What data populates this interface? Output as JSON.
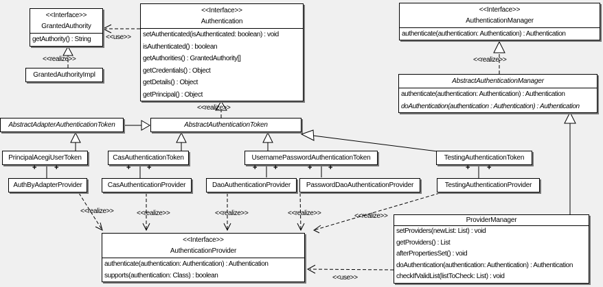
{
  "colors": {
    "background": "#f0f0f0",
    "box_fill": "#ffffff",
    "line": "#000000",
    "shadow": "#777777"
  },
  "labels": {
    "use": "<<use>>",
    "realize": "<<realize>>",
    "plus": "+",
    "interface_stereotype": "<<Interface>>"
  },
  "boxes": {
    "granted_authority": {
      "stereotype": "<<Interface>>",
      "name": "GrantedAuthority",
      "methods": [
        "getAuthority() : String"
      ]
    },
    "granted_authority_impl": {
      "name": "GrantedAuthorityImpl"
    },
    "authentication": {
      "stereotype": "<<Interface>>",
      "name": "Authentication",
      "methods": [
        "setAuthenticated(isAuthenticated: boolean) : void",
        "isAuthenticated() : boolean",
        "getAuthorities() : GrantedAuthority[]",
        "getCredentials() : Object",
        "getDetails() : Object",
        "getPrincipal() : Object"
      ]
    },
    "authentication_manager": {
      "stereotype": "<<Interface>>",
      "name": "AuthenticationManager",
      "methods": [
        "authenticate(authentication: Authentication) : Authentication"
      ]
    },
    "abstract_authentication_manager": {
      "name": "AbstractAuthenticationManager",
      "methods": [
        "authenticate(authentication: Authentication) : Authentication",
        "doAuthentication(authentication : Authentication) : Authentication"
      ]
    },
    "abstract_adapter_authentication_token": {
      "name": "AbstractAdapterAuthenticationToken"
    },
    "abstract_authentication_token": {
      "name": "AbstractAuthenticationToken"
    },
    "principal_acegi_user_token": {
      "name": "PrincipalAcegiUserToken"
    },
    "cas_authentication_token": {
      "name": "CasAuthenticationToken"
    },
    "username_password_authentication_token": {
      "name": "UsernamePasswordAuthenticationToken"
    },
    "testing_authentication_token": {
      "name": "TestingAuthenticationToken"
    },
    "auth_by_adapter_provider": {
      "name": "AuthByAdapterProvider"
    },
    "cas_authentication_provider": {
      "name": "CasAuthenticationProvider"
    },
    "dao_authentication_provider": {
      "name": "DaoAuthenticationProvider"
    },
    "password_dao_authentication_provider": {
      "name": "PasswordDaoAuthenticationProvider"
    },
    "testing_authentication_provider": {
      "name": "TestingAuthenticationProvider"
    },
    "authentication_provider": {
      "stereotype": "<<Interface>>",
      "name": "AuthenticationProvider",
      "methods": [
        "authenticate(authentication: Authentication) : Authentication",
        "supports(authentication: Class) : boolean"
      ]
    },
    "provider_manager": {
      "name": "ProviderManager",
      "methods": [
        "setProviders(newList: List) : void",
        "getProviders() : List",
        "afterPropertiesSet() : void",
        "doAuthentication(authentication: Authentication) : Authentication",
        "checkIfValidList(listToCheck: List) : void"
      ]
    }
  }
}
